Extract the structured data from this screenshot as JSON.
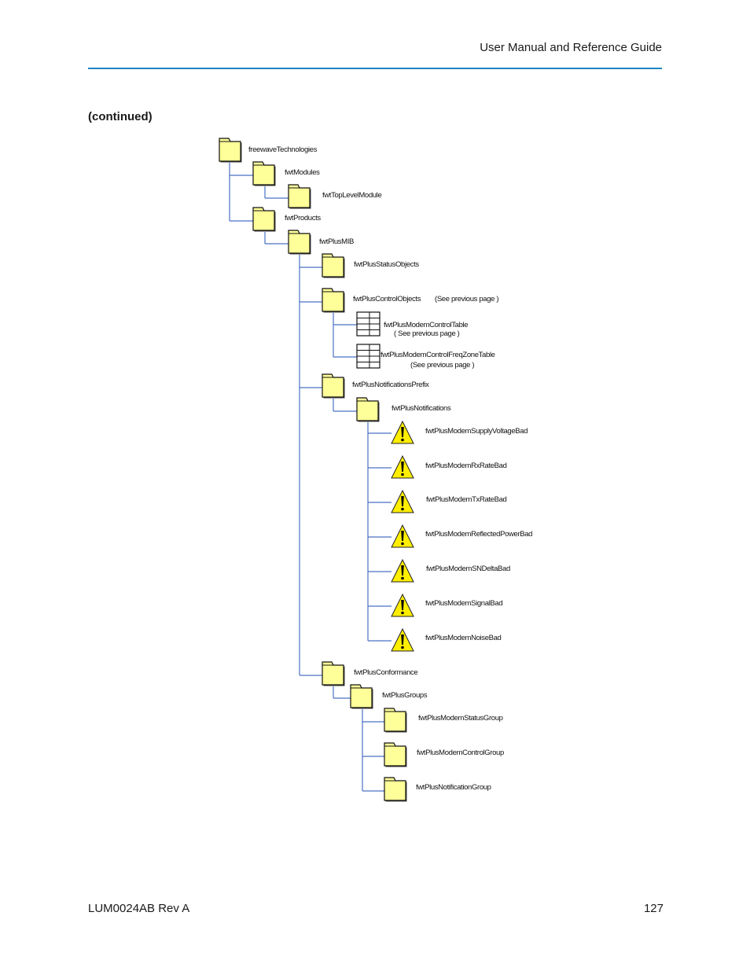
{
  "header": {
    "title": "User Manual and Reference Guide"
  },
  "section": {
    "title": "(continued)"
  },
  "footer": {
    "doc_id": "LUM0024AB Rev A",
    "page_number": "127"
  },
  "colors": {
    "rule": "#1d86c2",
    "folder_fill": "#ffff99",
    "warning_fill": "#ffee00",
    "connector": "#4a72c4"
  },
  "tree": {
    "nodes": [
      {
        "id": "n0",
        "parent": null,
        "type": "folder",
        "label": "freewaveTechnologies"
      },
      {
        "id": "n1",
        "parent": "n0",
        "type": "folder",
        "label": "fwtModules"
      },
      {
        "id": "n2",
        "parent": "n1",
        "type": "folder",
        "label": "fwtTopLevelModule"
      },
      {
        "id": "n3",
        "parent": "n0",
        "type": "folder",
        "label": "fwtProducts"
      },
      {
        "id": "n4",
        "parent": "n3",
        "type": "folder",
        "label": "fwtPlusMIB"
      },
      {
        "id": "n5",
        "parent": "n4",
        "type": "folder",
        "label": "fwtPlusStatusObjects"
      },
      {
        "id": "n6",
        "parent": "n4",
        "type": "folder",
        "label": "fwtPlusControlObjects",
        "note": "(See previous page   )"
      },
      {
        "id": "n7",
        "parent": "n6",
        "type": "table",
        "label": "fwtPlusModemControlTable",
        "note": "( See previous page   )"
      },
      {
        "id": "n8",
        "parent": "n6",
        "type": "table",
        "label": "fwtPlusModemControlFreqZoneTable",
        "note": "(See previous page   )"
      },
      {
        "id": "n9",
        "parent": "n4",
        "type": "folder",
        "label": "fwtPlusNotificationsPrefix"
      },
      {
        "id": "n10",
        "parent": "n9",
        "type": "folder",
        "label": "fwtPlusNotifications"
      },
      {
        "id": "n11",
        "parent": "n10",
        "type": "warning",
        "label": "fwtPlusModemSupplyVoltageBad"
      },
      {
        "id": "n12",
        "parent": "n10",
        "type": "warning",
        "label": "fwtPlusModemRxRateBad"
      },
      {
        "id": "n13",
        "parent": "n10",
        "type": "warning",
        "label": "fwtPlusModemTxRateBad"
      },
      {
        "id": "n14",
        "parent": "n10",
        "type": "warning",
        "label": "fwtPlusModemReflectedPowerBad"
      },
      {
        "id": "n15",
        "parent": "n10",
        "type": "warning",
        "label": "fwtPlusModemSNDeltaBad"
      },
      {
        "id": "n16",
        "parent": "n10",
        "type": "warning",
        "label": "fwtPlusModemSignalBad"
      },
      {
        "id": "n17",
        "parent": "n10",
        "type": "warning",
        "label": "fwtPlusModemNoiseBad"
      },
      {
        "id": "n18",
        "parent": "n4",
        "type": "folder",
        "label": "fwtPlusConformance"
      },
      {
        "id": "n19",
        "parent": "n18",
        "type": "folder",
        "label": "fwtPlusGroups"
      },
      {
        "id": "n20",
        "parent": "n19",
        "type": "folder",
        "label": "fwtPlusModemStatusGroup"
      },
      {
        "id": "n21",
        "parent": "n19",
        "type": "folder",
        "label": "fwtPlusModemControlGroup"
      },
      {
        "id": "n22",
        "parent": "n19",
        "type": "folder",
        "label": "fwtPlusNotificationGroup"
      }
    ]
  }
}
